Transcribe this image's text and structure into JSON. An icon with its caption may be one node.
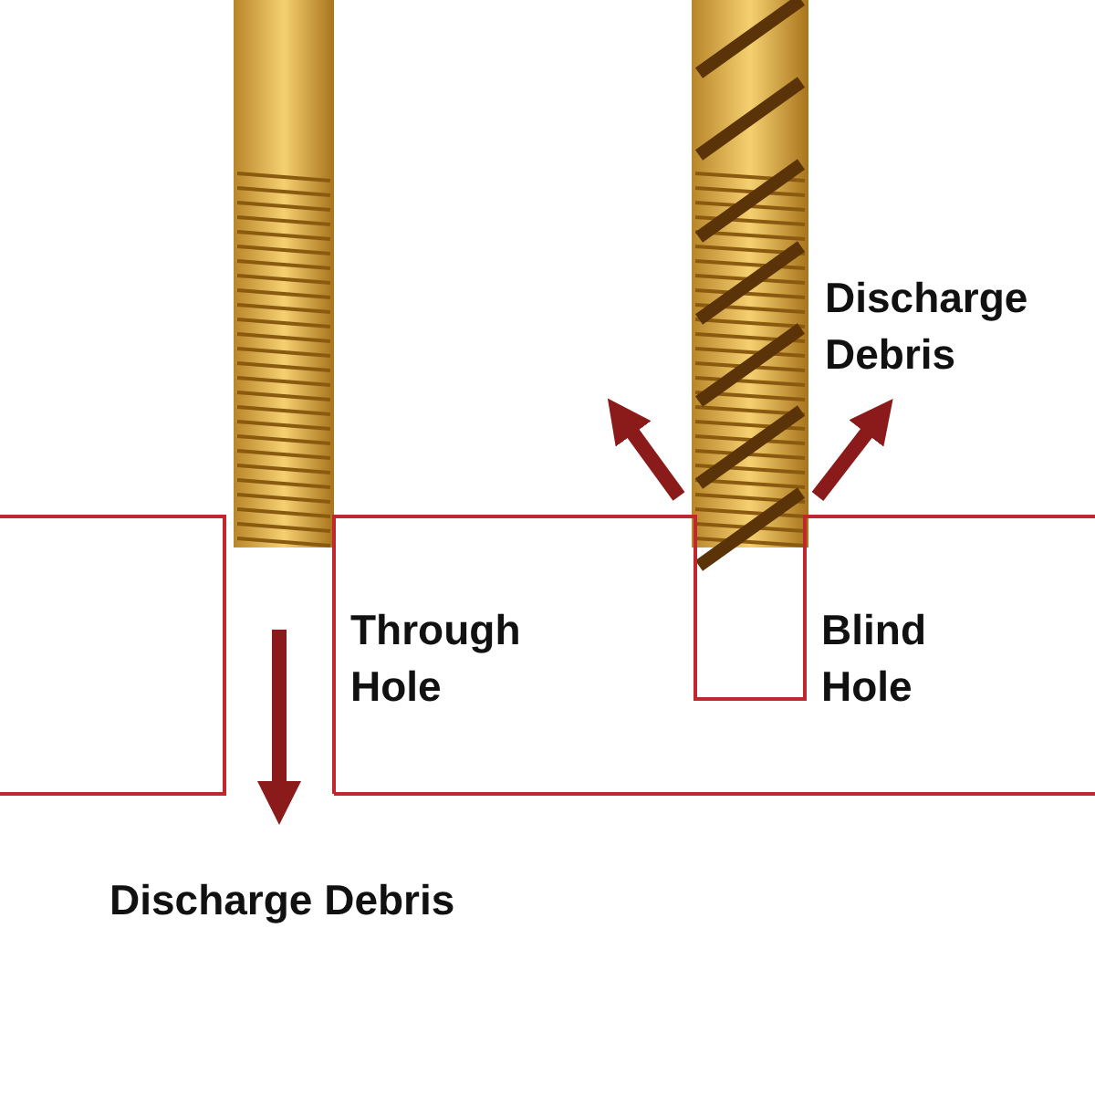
{
  "diagram": {
    "labels": [
      "Discharge Debris",
      "Through Hole",
      "Blind Hole",
      "Discharge Debris"
    ]
  }
}
